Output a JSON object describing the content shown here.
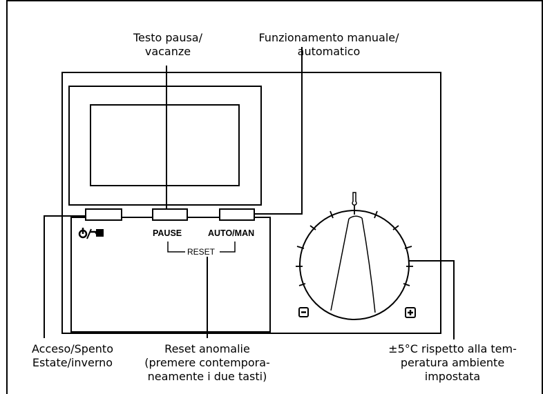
{
  "callouts": {
    "pause_vacation": [
      "Testo pausa/",
      "vacanze"
    ],
    "manual_auto": [
      "Funzionamento manuale/",
      "automatico"
    ],
    "on_off": [
      "Acceso/Spento",
      "Estate/inverno"
    ],
    "reset_faults": [
      "Reset anomalie",
      "(premere contempora-",
      "neamente i due tasti)"
    ],
    "temperature_offset": [
      "±5°C  rispetto alla tem-",
      "peratura ambiente",
      "impostata"
    ]
  },
  "panel": {
    "pause_label": "PAUSE",
    "auto_man_label": "AUTO/MAN",
    "reset_label": "RESET",
    "on_off_symbol": "ϕ/⊷■"
  },
  "knob": {
    "minus_icon": "minus-icon",
    "plus_icon": "plus-icon",
    "thermometer_icon": "thermometer-icon"
  }
}
